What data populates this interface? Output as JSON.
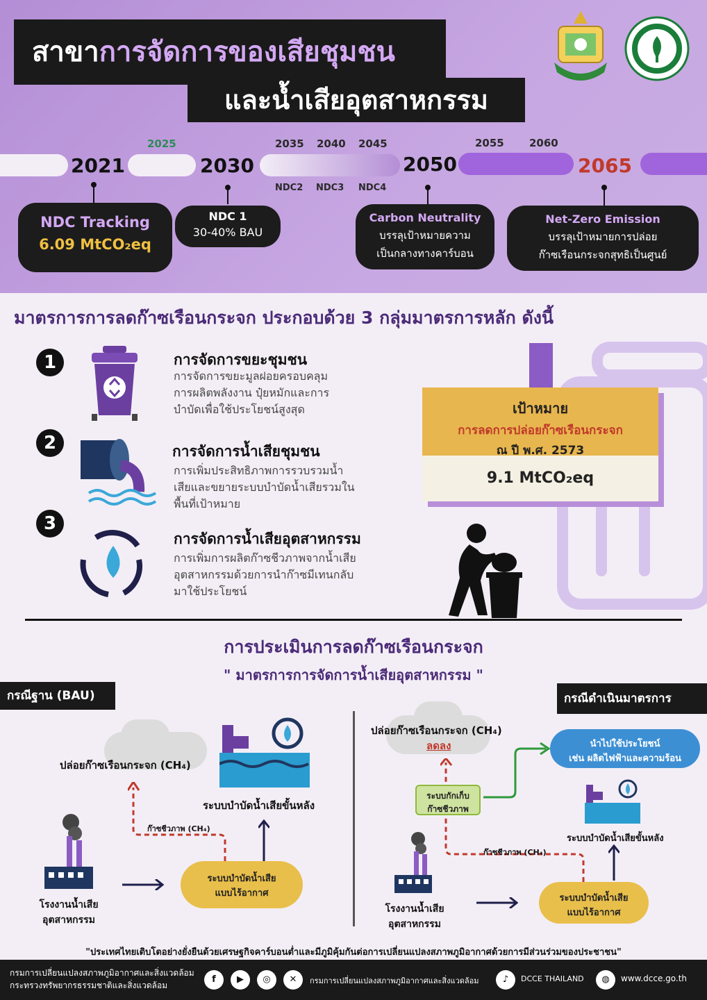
{
  "header": {
    "title_line1_plain": "สาขา",
    "title_line1_highlight": "การจัดการของเสียชุมชน",
    "title_line2": "และน้ำเสียอุตสาหกรรม"
  },
  "timeline": {
    "years_major": [
      "2021",
      "2030",
      "2050",
      "2065"
    ],
    "years_minor": [
      "2025",
      "2035",
      "2040",
      "2045",
      "2055",
      "2060"
    ],
    "ndc_labels": [
      "NDC2",
      "NDC3",
      "NDC4"
    ],
    "milestones": [
      {
        "title": "NDC Tracking",
        "value": "6.09 MtCO₂eq"
      },
      {
        "title": "NDC 1",
        "value": "30-40% BAU"
      },
      {
        "title": "Carbon Neutrality",
        "line1": "บรรลุเป้าหมายความ",
        "line2": "เป็นกลางทางคาร์บอน"
      },
      {
        "title": "Net-Zero Emission",
        "line1": "บรรลุเป้าหมายการปล่อย",
        "line2": "ก๊าซเรือนกระจกสุทธิเป็นศูนย์"
      }
    ]
  },
  "measures": {
    "section_title": "มาตรการการลดก๊าซเรือนกระจก ประกอบด้วย 3 กลุ่มมาตรการหลัก ดังนี้",
    "items": [
      {
        "num": "1",
        "title": "การจัดการขยะชุมชน",
        "l1": "การจัดการขยะมูลฝอยครอบคลุม",
        "l2": "การผลิตพลังงาน ปุ๋ยหมักและการ",
        "l3": "บำบัดเพื่อใช้ประโยชน์สูงสุด"
      },
      {
        "num": "2",
        "title": "การจัดการน้ำเสียชุมชน",
        "l1": "การเพิ่มประสิทธิภาพการรวบรวมน้ำ",
        "l2": "เสียและขยายระบบบำบัดน้ำเสียรวมใน",
        "l3": "พื้นที่เป้าหมาย"
      },
      {
        "num": "3",
        "title": "การจัดการน้ำเสียอุตสาหกรรม",
        "l1": "การเพิ่มการผลิตก๊าซชีวภาพจากน้ำเสีย",
        "l2": "อุตสาหกรรมด้วยการนำก๊าซมีเทนกลับ",
        "l3": "มาใช้ประโยชน์"
      }
    ]
  },
  "goal": {
    "label": "เป้าหมาย",
    "desc": "การลดการปล่อยก๊าซเรือนกระจก",
    "year": "ณ ปี พ.ศ. 2573",
    "value": "9.1 MtCO₂eq",
    "colors": {
      "accent_red": "#c0392b",
      "box": "#e8b64e"
    }
  },
  "assessment": {
    "title": "การประเมินการลดก๊าซเรือนกระจก",
    "subtitle": "\" มาตรการการจัดการน้ำเสียอุตสาหกรรม \"",
    "bau": {
      "tag": "กรณีฐาน (BAU)",
      "emission": "ปล่อยก๊าซเรือนกระจก (CH₄)",
      "biogas": "ก๊าซชีวภาพ (CH₄)",
      "post": "ระบบบำบัดน้ำเสียขั้นหลัง",
      "anaerobic_l1": "ระบบบำบัดน้ำเสีย",
      "anaerobic_l2": "แบบไร้อากาศ",
      "factory_l1": "โรงงานน้ำเสีย",
      "factory_l2": "อุตสาหกรรม"
    },
    "measure": {
      "tag": "กรณีดำเนินมาตรการ",
      "emission": "ปล่อยก๊าซเรือนกระจก (CH₄)",
      "reduced": "ลดลง",
      "capture_l1": "ระบบกักเก็บ",
      "capture_l2": "ก๊าซชีวภาพ",
      "use_l1": "นำไปใช้ประโยชน์",
      "use_l2": "เช่น ผลิตไฟฟ้าและความร้อน",
      "post": "ระบบบำบัดน้ำเสียขั้นหลัง",
      "biogas": "ก๊าซชีวภาพ (CH₄)",
      "anaerobic_l1": "ระบบบำบัดน้ำเสีย",
      "anaerobic_l2": "แบบไร้อากาศ",
      "factory_l1": "โรงงานน้ำเสีย",
      "factory_l2": "อุตสาหกรรม"
    }
  },
  "footer": {
    "quote": "\"ประเทศไทยเติบโตอย่างยั่งยืนด้วยเศรษฐกิจคาร์บอนต่ำและมีภูมิคุ้มกันต่อการเปลี่ยนแปลงสภาพภูมิอากาศด้วยการมีส่วนร่วมของประชาชน\"",
    "org1": "กรมการเปลี่ยนแปลงสภาพภูมิอากาศและสิ่งแวดล้อม",
    "org2": "กระทรวงทรัพยากรธรรมชาติและสิ่งแวดล้อม",
    "social_org": "กรมการเปลี่ยนแปลงสภาพภูมิอากาศและสิ่งแวดล้อม",
    "tiktok": "DCCE THAILAND",
    "website": "www.dcce.go.th",
    "icons": [
      "facebook-icon",
      "youtube-icon",
      "instagram-icon",
      "x-icon",
      "tiktok-icon",
      "globe-icon"
    ]
  }
}
